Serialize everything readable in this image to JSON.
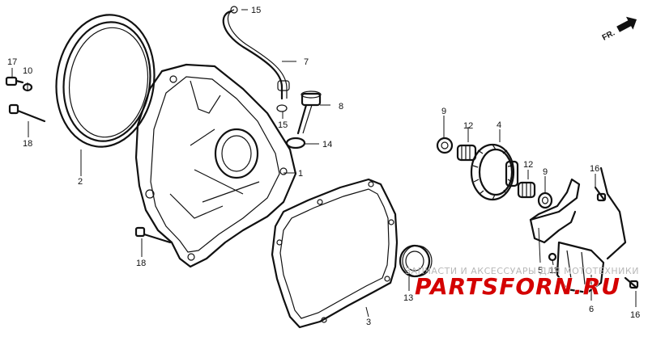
{
  "callouts": [
    {
      "id": "c1",
      "label": "1"
    },
    {
      "id": "c2",
      "label": "2"
    },
    {
      "id": "c3",
      "label": "3"
    },
    {
      "id": "c4",
      "label": "4"
    },
    {
      "id": "c5",
      "label": "5"
    },
    {
      "id": "c6",
      "label": "6"
    },
    {
      "id": "c7",
      "label": "7"
    },
    {
      "id": "c8",
      "label": "8"
    },
    {
      "id": "c9a",
      "label": "9"
    },
    {
      "id": "c9b",
      "label": "9"
    },
    {
      "id": "c10",
      "label": "10"
    },
    {
      "id": "c11",
      "label": "11"
    },
    {
      "id": "c12a",
      "label": "12"
    },
    {
      "id": "c12b",
      "label": "12"
    },
    {
      "id": "c13",
      "label": "13"
    },
    {
      "id": "c14",
      "label": "14"
    },
    {
      "id": "c15a",
      "label": "15"
    },
    {
      "id": "c15b",
      "label": "15"
    },
    {
      "id": "c16a",
      "label": "16"
    },
    {
      "id": "c16b",
      "label": "16"
    },
    {
      "id": "c17",
      "label": "17"
    },
    {
      "id": "c18a",
      "label": "18"
    },
    {
      "id": "c18b",
      "label": "18"
    }
  ],
  "direction_marker": {
    "label": "FR."
  },
  "watermark": {
    "tagline": "ЗАПЧАСТИ И АКСЕССУАРЫ ДЛЯ МОТОТЕХНИКИ",
    "logo": "PARTSFORN.RU"
  },
  "colors": {
    "line": "#111111",
    "watermark_logo": "#d40000",
    "watermark_text": "#b8b8b8"
  }
}
